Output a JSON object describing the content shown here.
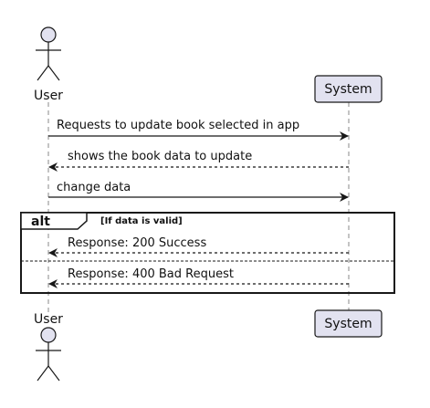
{
  "participants": {
    "user": {
      "label": "User",
      "kind": "actor"
    },
    "system": {
      "label": "System",
      "kind": "participant"
    }
  },
  "messages": [
    {
      "from": "user",
      "to": "system",
      "text": "Requests to update book selected in app",
      "style": "solid"
    },
    {
      "from": "system",
      "to": "user",
      "text": "shows the book data to update",
      "style": "dashed"
    },
    {
      "from": "user",
      "to": "system",
      "text": "change data",
      "style": "solid"
    }
  ],
  "alt_fragment": {
    "keyword": "alt",
    "guard": "[If data is valid]",
    "sections": [
      {
        "message": {
          "from": "system",
          "to": "user",
          "text": "Response: 200 Success",
          "style": "dashed"
        }
      },
      {
        "message": {
          "from": "system",
          "to": "user",
          "text": "Response: 400 Bad Request",
          "style": "dashed"
        }
      }
    ]
  },
  "colors": {
    "participant_fill": "#e2e2f0",
    "participant_stroke": "#181818",
    "actor_fill": "#e2e2f0",
    "lifeline": "#8a8a8a",
    "arrow": "#181818"
  }
}
